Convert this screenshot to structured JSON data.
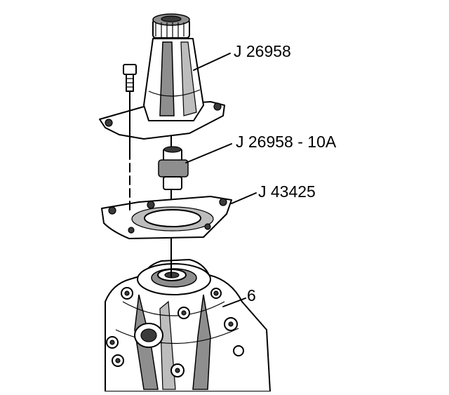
{
  "callouts": {
    "tool_installer": "J 26958",
    "tool_adapter": "J 26958 - 10A",
    "tool_plate": "J 43425",
    "component_number": "6"
  }
}
